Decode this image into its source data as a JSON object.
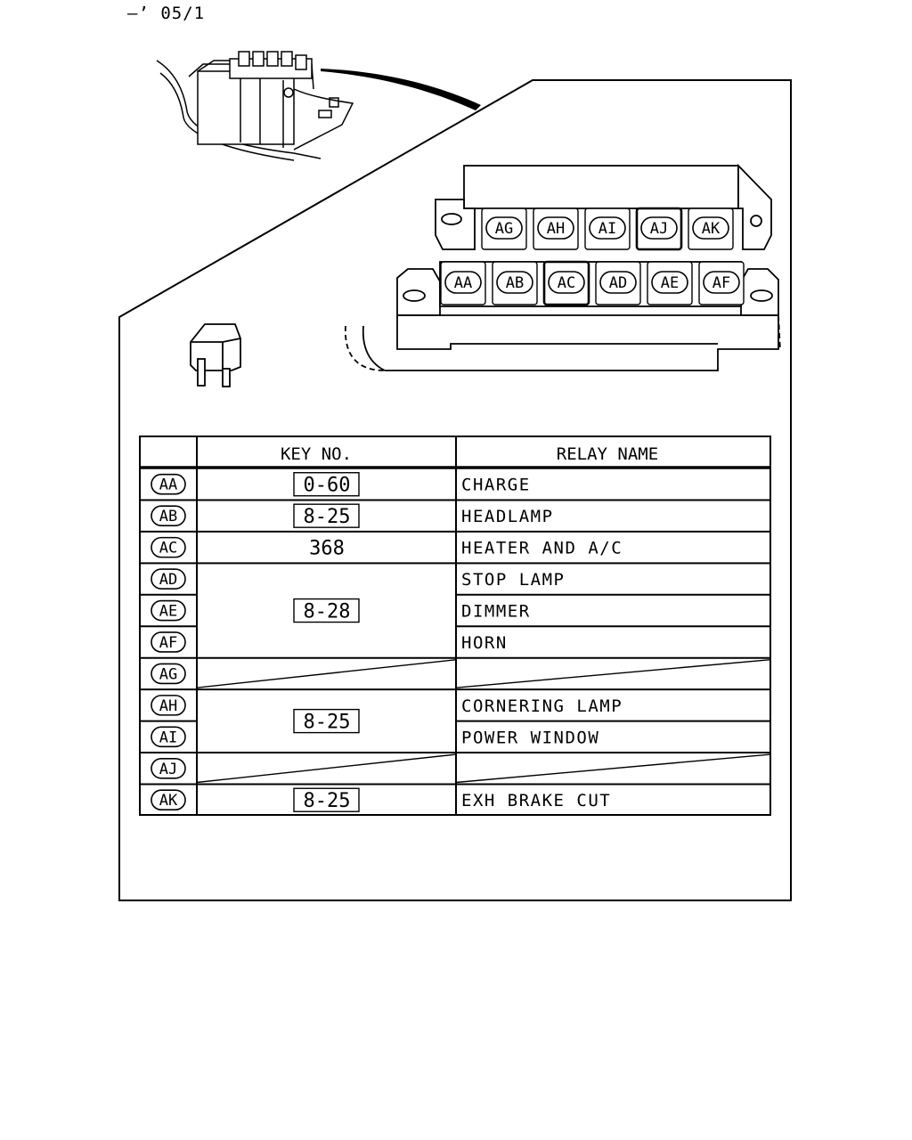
{
  "header": {
    "code": "–’ 05/1"
  },
  "block": {
    "top_row": [
      "AG",
      "AH",
      "AI",
      "AJ",
      "AK"
    ],
    "bottom_row": [
      "AA",
      "AB",
      "AC",
      "AD",
      "AE",
      "AF"
    ],
    "highlighted": [
      "AJ",
      "AC"
    ]
  },
  "table": {
    "headers": {
      "key": "KEY NO.",
      "relay": "RELAY NAME"
    },
    "rows": [
      {
        "code": "AA",
        "key": "0-60",
        "boxed": true,
        "relay": "CHARGE"
      },
      {
        "code": "AB",
        "key": "8-25",
        "boxed": true,
        "relay": "HEADLAMP"
      },
      {
        "code": "AC",
        "key": "368",
        "boxed": false,
        "relay": "HEATER AND A/C"
      },
      {
        "code": "AD",
        "key": "8-28",
        "boxed": true,
        "relay": "STOP LAMP"
      },
      {
        "code": "AE",
        "key": "",
        "boxed": false,
        "relay": "DIMMER"
      },
      {
        "code": "AF",
        "key": "",
        "boxed": false,
        "relay": "HORN"
      },
      {
        "code": "AG",
        "key": "",
        "boxed": false,
        "relay": ""
      },
      {
        "code": "AH",
        "key": "8-25",
        "boxed": true,
        "relay": "CORNERING LAMP"
      },
      {
        "code": "AI",
        "key": "",
        "boxed": false,
        "relay": "POWER WINDOW"
      },
      {
        "code": "AJ",
        "key": "",
        "boxed": false,
        "relay": ""
      },
      {
        "code": "AK",
        "key": "8-25",
        "boxed": true,
        "relay": "EXH BRAKE CUT"
      }
    ]
  }
}
